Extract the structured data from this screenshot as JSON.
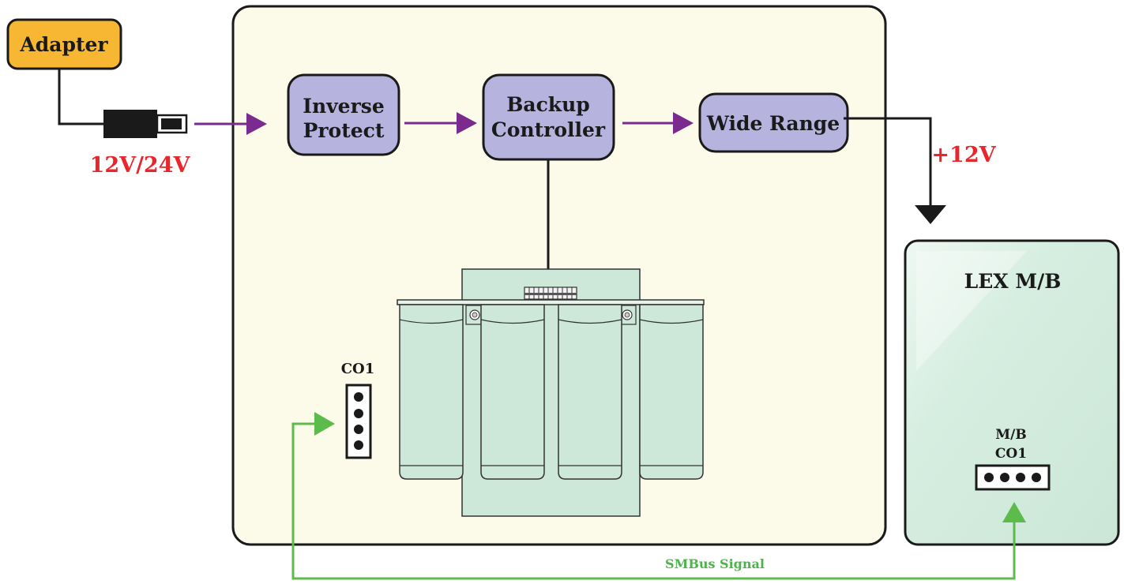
{
  "adapter": {
    "label": "Adapter"
  },
  "input_voltage": {
    "label": "12V/24V"
  },
  "blocks": {
    "inverse_protect": {
      "line1": "Inverse",
      "line2": "Protect"
    },
    "backup_controller": {
      "line1": "Backup",
      "line2": "Controller"
    },
    "wide_range": {
      "label": "Wide Range"
    }
  },
  "output_voltage": {
    "label": "+12V"
  },
  "board_connector": {
    "label": "CO1"
  },
  "mainboard": {
    "title": "LEX M/B",
    "connector_line1": "M/B",
    "connector_line2": "CO1"
  },
  "smbus": {
    "label": "SMBus Signal"
  },
  "colors": {
    "adapter_fill": "#F7B733",
    "block_fill": "#B6B3DE",
    "main_panel_fill": "#FCFBEA",
    "mainboard_fill": "#D5EDE0",
    "power_arrow": "#7B2A8E",
    "voltage_text": "#E8262C",
    "smbus_line": "#5CBB4B",
    "smbus_text": "#4DB34B",
    "module_fill": "#CDE7D8"
  },
  "icons": {
    "plug": "dc-plug-icon",
    "supercap_module": "supercapacitor-module-icon"
  }
}
